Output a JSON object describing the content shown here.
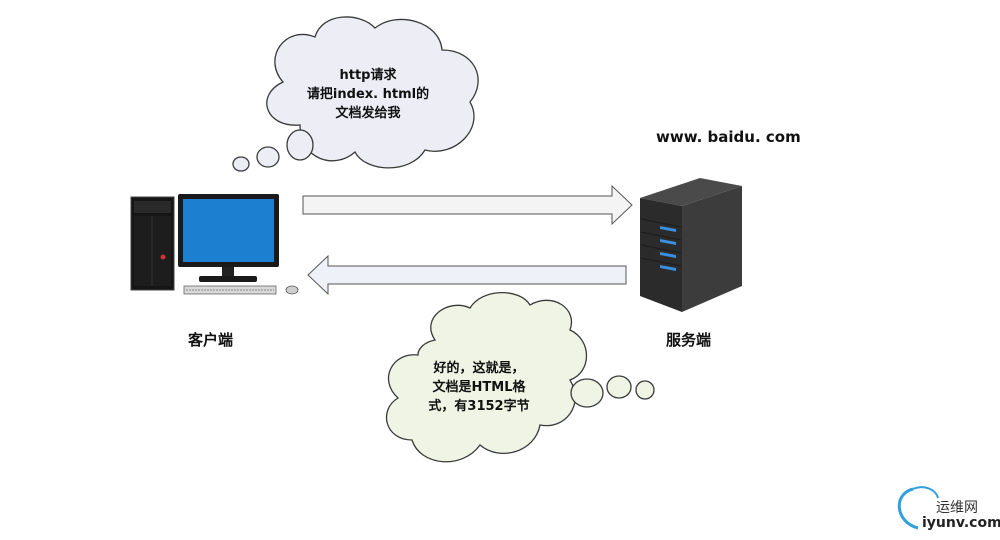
{
  "request_bubble": {
    "lines": [
      "http请求",
      "请把index. html的",
      "文档发给我"
    ]
  },
  "response_bubble": {
    "lines": [
      "好的，这就是，",
      "文档是HTML格",
      "式，有3152字节"
    ]
  },
  "server": {
    "domain": "www. baidu. com",
    "label": "服务端"
  },
  "client": {
    "label": "客户端"
  },
  "watermark": {
    "name": "运维网",
    "url": "iyunv.com"
  },
  "colors": {
    "request_bubble_fill": "#ecedf5",
    "response_bubble_fill": "#eff4e4",
    "arrow_fill": "#f4f4f4",
    "arrow_back_fill": "#eef1f8",
    "server_light": "#3a8fe0",
    "monitor_screen": "#1d7fd0"
  }
}
